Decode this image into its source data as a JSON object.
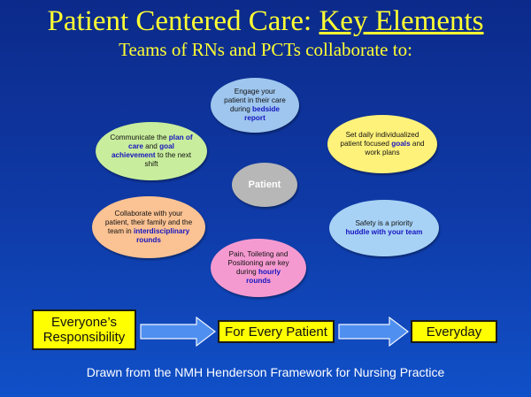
{
  "title": {
    "main": "Patient Centered Care: ",
    "emphasis": "Key Elements"
  },
  "subtitle": "Teams of RNs and PCTs collaborate to:",
  "center": {
    "label": "Patient",
    "color": "#b7b7b7"
  },
  "nodes": {
    "bedside": {
      "pre": "Engage your patient in their care during ",
      "highlight": "bedside report",
      "post": "",
      "color": "#9ec6ee"
    },
    "goals": {
      "pre": "Set daily individualized patient focused ",
      "highlight": "goals",
      "post": " and work plans",
      "color": "#fff27a"
    },
    "huddle": {
      "pre": "Safety is a priority ",
      "highlight": "huddle with your team",
      "post": "",
      "color": "#a8d2f5"
    },
    "hourly": {
      "pre": "Pain, Toileting and Positioning are key during ",
      "highlight": "hourly rounds",
      "post": "",
      "color": "#f59ad0"
    },
    "interdisciplinary": {
      "pre": "Collaborate with your patient, their family and the team in ",
      "highlight": "interdisciplinary rounds",
      "post": "",
      "color": "#fbc293"
    },
    "communicate": {
      "pre": "Communicate the ",
      "highlight1": "plan of care",
      "mid": " and ",
      "highlight2": "goal achievement",
      "post": " to the next shift",
      "color": "#c8ed9d"
    }
  },
  "flow": {
    "step1": "Everyone’s Responsibility",
    "step2": "For Every Patient",
    "step3": "Everyday",
    "arrow_color": "#4f8ff0"
  },
  "footer": "Drawn from the NMH Henderson Framework for Nursing Practice"
}
